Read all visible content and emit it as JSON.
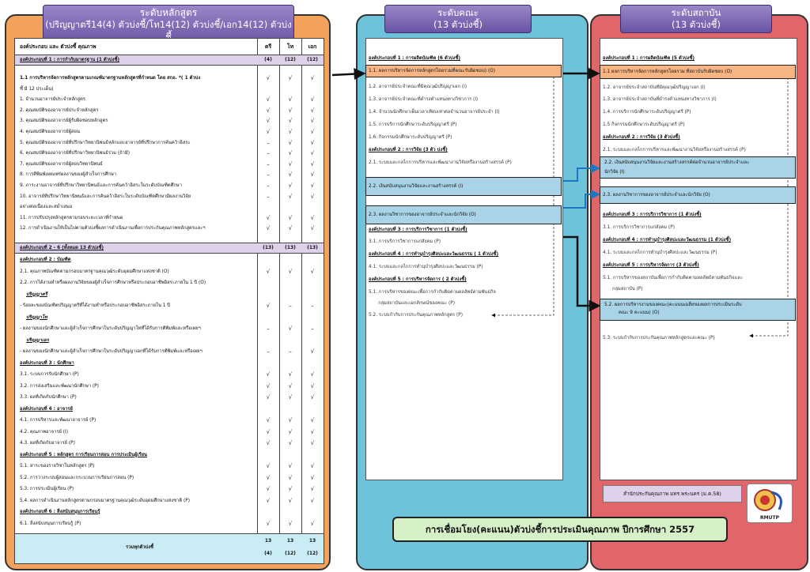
{
  "program": {
    "header_title": "ระดับหลักสูตร",
    "header_sub": "(ปริญญาตรี14(4) ตัวบ่งชี้/โท14(12) ตัวบ่งชี้/เอก14(12) ตัวบ่งชี้",
    "table_head": {
      "c1": "องค์ประกอบ และ ตัวบ่งชี้ คุณภาพ",
      "c2": "ตรี",
      "c3": "โท",
      "c4": "เอก"
    },
    "comp1": {
      "label": "องค์ประกอบที่ 1 : การกำกับมาตรฐาน (1 ตัวบ่งชี้)",
      "c2": "(4)",
      "c3": "(12)",
      "c4": "(12)"
    },
    "comp1_items": [
      {
        "text": "1.1 การบริหารจัดการหลักสูตรตามเกณฑ์มาตรฐานหลักสูตรที่กำหนด โดย สกอ. *( 1 ตัวบ่ง",
        "c2": "√",
        "c3": "√",
        "c4": "√"
      },
      {
        "text": "ชี้ มี 12 ประเด็น)",
        "c2": "",
        "c3": "",
        "c4": ""
      },
      {
        "text": "1. จำนวนอาจารย์ประจำหลักสูตร",
        "c2": "√",
        "c3": "√",
        "c4": "√"
      },
      {
        "text": "2. คุณสมบัติของอาจารย์ประจำหลักสูตร",
        "c2": "√",
        "c3": "√",
        "c4": "√"
      },
      {
        "text": "3. คุณสมบัติของอาจารย์ผู้รับผิดชอบหลักสูตร",
        "c2": "√",
        "c3": "√",
        "c4": "√"
      },
      {
        "text": "4. คุณสมบัติของอาจารย์ผู้สอน",
        "c2": "√",
        "c3": "√",
        "c4": "√"
      },
      {
        "text": "5. คุณสมบัติของอาจารย์ที่ปรึกษาวิทยานิพนธ์หลักและอาจารย์ที่ปรึกษาการค้นคว้าอิสระ",
        "c2": "–",
        "c3": "√",
        "c4": "√"
      },
      {
        "text": "6. คุณสมบัติของอาจารย์ที่ปรึกษาวิทยานิพนธ์ร่วม (ถ้ามี)",
        "c2": "–",
        "c3": "√",
        "c4": "√"
      },
      {
        "text": "7. คุณสมบัติของอาจารย์ผู้สอบวิทยานิพนธ์",
        "c2": "–",
        "c3": "√",
        "c4": "√"
      },
      {
        "text": "8. การตีพิมพ์เผยแพร่ผลงานของผู้สำเร็จการศึกษา",
        "c2": "–",
        "c3": "√",
        "c4": "√"
      },
      {
        "text": "9. ภาระงานอาจารย์ที่ปรึกษาวิทยานิพนธ์และการค้นคว้าอิสระในระดับบัณฑิตศึกษา",
        "c2": "–",
        "c3": "√",
        "c4": "√"
      },
      {
        "text": "10. อาจารย์ที่ปรึกษาวิทยานิพนธ์และการค้นคว้าอิสระในระดับบัณฑิตศึกษามีผลงานวิจัย",
        "c2": "–",
        "c3": "√",
        "c4": "√"
      },
      {
        "text": "อย่างต่อเนื่องและสม่ำเสมอ",
        "c2": "",
        "c3": "",
        "c4": ""
      },
      {
        "text": "11. การปรับปรุงหลักสูตรตามรอบระยะเวลาที่กำหนด",
        "c2": "√",
        "c3": "√",
        "c4": "√"
      },
      {
        "text": "12. การดำเนินงานให้เป็นไปตามตัวบ่งชี้ผลการดำเนินงานเพื่อการประกันคุณภาพหลักสูตรและฯ",
        "c2": "√",
        "c3": "√",
        "c4": "√"
      }
    ],
    "comp2_6": {
      "label": "องค์ประกอบที่ 2 - 6 (ทั้งหมด 13 ตัวบ่งชี้)",
      "c2": "(13)",
      "c3": "(13)",
      "c4": "(13)"
    },
    "comp2_6_items": [
      {
        "text": "องค์ประกอบที่ 2 : บัณฑิต",
        "kind": "sec",
        "c2": "",
        "c3": "",
        "c4": ""
      },
      {
        "text": "2.1. คุณภาพบัณฑิตตามกรอบมาตรฐานคุณวุฒิระดับอุดมศึกษาแห่งชาติ (O)",
        "kind": "",
        "c2": "√",
        "c3": "√",
        "c4": "√"
      },
      {
        "text": "2.2. การได้งานทำหรือผลงานวิจัยของผู้สำเร็จการศึกษาหรือประกอบอาชีพอิสระภายใน 1 ปี (O)",
        "kind": "",
        "c2": "",
        "c3": "",
        "c4": ""
      },
      {
        "text": "ปริญญาตรี",
        "kind": "sub",
        "c2": "",
        "c3": "",
        "c4": ""
      },
      {
        "text": "- ร้อยละของบัณฑิตปริญญาตรีที่ได้งานทำหรือประกอบอาชีพอิสระภายใน 1 ปี",
        "kind": "",
        "c2": "√",
        "c3": "–",
        "c4": "–"
      },
      {
        "text": "ปริญญาโท",
        "kind": "sub",
        "c2": "",
        "c3": "",
        "c4": ""
      },
      {
        "text": "- ผลงานของนักศึกษาและผู้สำเร็จการศึกษาในระดับปริญญาโทที่ได้รับการตีพิมพ์และหรือเผยฯ",
        "kind": "",
        "c2": "–",
        "c3": "√",
        "c4": "–"
      },
      {
        "text": "ปริญญาเอก",
        "kind": "sub",
        "c2": "",
        "c3": "",
        "c4": ""
      },
      {
        "text": "- ผลงานของนักศึกษาและผู้สำเร็จการศึกษาในระดับปริญญาเอกที่ได้รับการตีพิมพ์และหรือเผยฯ",
        "kind": "",
        "c2": "–",
        "c3": "–",
        "c4": "√"
      },
      {
        "text": "องค์ประกอบที่ 3 : นักศึกษา",
        "kind": "sec",
        "c2": "",
        "c3": "",
        "c4": ""
      },
      {
        "text": "3.1. ระบบการรับนักศึกษา (P)",
        "kind": "",
        "c2": "√",
        "c3": "√",
        "c4": "√"
      },
      {
        "text": "3.2. การส่งเสริมและพัฒนานักศึกษา (P)",
        "kind": "",
        "c2": "√",
        "c3": "√",
        "c4": "√"
      },
      {
        "text": "3.3. ผลที่เกิดกับนักศึกษา (P)",
        "kind": "",
        "c2": "√",
        "c3": "√",
        "c4": "√"
      },
      {
        "text": "องค์ประกอบที่ 4 : อาจารย์",
        "kind": "sec",
        "c2": "",
        "c3": "",
        "c4": ""
      },
      {
        "text": "4.1. การบริหารและพัฒนาอาจารย์ (P)",
        "kind": "",
        "c2": "√",
        "c3": "√",
        "c4": "√"
      },
      {
        "text": "4.2. คุณภาพอาจารย์ (I)",
        "kind": "",
        "c2": "√",
        "c3": "√",
        "c4": "√"
      },
      {
        "text": "4.3. ผลที่เกิดกับอาจารย์ (P)",
        "kind": "",
        "c2": "√",
        "c3": "√",
        "c4": "√"
      },
      {
        "text": "องค์ประกอบที่ 5 : หลักสูตร การเรียนการสอน การประเมินผู้เรียน",
        "kind": "sec",
        "c2": "",
        "c3": "",
        "c4": ""
      },
      {
        "text": "5.1. สาระของรายวิชาในหลักสูตร (P)",
        "kind": "",
        "c2": "√",
        "c3": "√",
        "c4": "√"
      },
      {
        "text": "5.2. การวางระบบผู้สอนและกระบวนการเรียนการสอน (P)",
        "kind": "",
        "c2": "√",
        "c3": "√",
        "c4": "√"
      },
      {
        "text": "5.3. การประเมินผู้เรียน (P)",
        "kind": "",
        "c2": "√",
        "c3": "√",
        "c4": "√"
      },
      {
        "text": "5.4. ผลการดำเนินงานหลักสูตรตามกรอบมาตรฐานคุณวุฒิระดับอุดมศึกษาแห่งชาติ (P)",
        "kind": "",
        "c2": "√",
        "c3": "√",
        "c4": "√"
      },
      {
        "text": "องค์ประกอบที่ 6 : สิ่งสนับสนุนการเรียนรู้",
        "kind": "sec",
        "c2": "",
        "c3": "",
        "c4": ""
      },
      {
        "text": "6.1. สิ่งสนับสนุนการเรียนรู้ (P)",
        "kind": "",
        "c2": "√",
        "c3": "√",
        "c4": "√"
      }
    ],
    "total": {
      "label": "รวมทุกตัวบ่งชี้",
      "c2a": "13",
      "c2b": "(4)",
      "c3a": "13",
      "c3b": "(12)",
      "c4a": "13",
      "c4b": "(12)"
    }
  },
  "faculty": {
    "header_title": "ระดับคณะ",
    "header_sub": "(13 ตัวบ่งชี้)",
    "lines": [
      {
        "text": "องค์ประกอบที่ 1 : การผลิตบัณฑิต (6 ตัวบ่งชี้)",
        "kind": "sec"
      },
      {
        "text": "1.1. ผลการบริหารจัดการหลักสูตรโดยรวมที่คณะรับผิดชอบ) (O)",
        "kind": "orange"
      },
      {
        "text": "1.2. อาจารย์ประจำคณะที่มีคุณวุฒิปริญญาเอก (I)",
        "kind": ""
      },
      {
        "text": "1.3. อาจารย์ประจำคณะที่ดำรงตำแหน่งทางวิชาการ (I)",
        "kind": ""
      },
      {
        "text": "1.4. จำนวนนักศึกษาเต็มเวลาเทียบเท่าต่อจำนวนอาจารย์ประจำ (I)",
        "kind": ""
      },
      {
        "text": "1.5. การบริการนักศึกษาระดับปริญญาตรี (P)",
        "kind": ""
      },
      {
        "text": "1.6. กิจกรรมนักศึกษาระดับปริญญาตรี (P)",
        "kind": ""
      },
      {
        "text": "องค์ประกอบที่ 2 : การวิจัย (3 ตัว บ่งชี้)",
        "kind": "sec"
      },
      {
        "text": "2.1. ระบบและกลไกการบริหารและพัฒนางานวิจัยหรืองานสร้างสรรค์ (P)",
        "kind": ""
      },
      {
        "text": "2.2. เงินสนับสนุนงานวิจัยและงานสร้างสรรค์ (I)",
        "kind": "blue"
      },
      {
        "text": "2.3. ผลงานวิชาการของอาจารย์ประจำและนักวิจัย (O)",
        "kind": "blue"
      },
      {
        "text": "องค์ประกอบที่ 3 : การบริการวิชาการ (1 ตัวบ่งชี้)",
        "kind": "sec"
      },
      {
        "text": "3.1. การบริการวิชาการแก่สังคม (P)",
        "kind": ""
      },
      {
        "text": "องค์ประกอบที่ 4 : การทำนุบำรุงศิลปะและวัฒนธรรม ( 1 ตัวบ่งชี้)",
        "kind": "sec"
      },
      {
        "text": "4.1. ระบบและกลไกการทำนุบำรุงศิลปะและวัฒนธรรม (P)",
        "kind": ""
      },
      {
        "text": "องค์ประกอบที่ 5 : การบริหารจัดการ ( 2 ตัวบ่งชี้)",
        "kind": "sec"
      },
      {
        "text": "5.1. การบริหารของคณะเพื่อการกำกับติดตามผลลัพธ์ตามพันธกิจ",
        "kind": ""
      },
      {
        "text": "กลุ่มสถาบันและเอกลักษณ์ของคณะ (P)",
        "kind": ""
      },
      {
        "text": "5.2. ระบบกำกับการประกันคุณภาพหลักสูตร (P)",
        "kind": ""
      }
    ]
  },
  "institution": {
    "header_title": "ระดับสถาบัน",
    "header_sub": "(13 ตัวบ่งชี้)",
    "lines": [
      {
        "text": "องค์ประกอบที่ 1 : การผลิตบัณฑิต (5 ตัวบ่งชี้)",
        "kind": "sec"
      },
      {
        "text": "1.1 ผลการบริหารจัดการหลักสูตรโดยรวม ที่สถาบันรับผิดชอบ (O)",
        "kind": "orange"
      },
      {
        "text": "1.2. อาจารย์ประจำสถาบันที่มีคุณวุฒิปริญญาเอก (I)",
        "kind": ""
      },
      {
        "text": "1.3. อาจารย์ประจำสถาบันที่ดำรงตำแหน่งทางวิชาการ (I)",
        "kind": ""
      },
      {
        "text": "1.4. การบริการนักศึกษาระดับปริญญาตรี (P)",
        "kind": ""
      },
      {
        "text": "1.5 กิจกรรมนักศึกษาระดับปริญญาตรี (P)",
        "kind": ""
      },
      {
        "text": "องค์ประกอบที่ 2 : การวิจัย (3 ตัวบ่งชี้)",
        "kind": "sec"
      },
      {
        "text": "2.1. ระบบและกลไกการบริหารและพัฒนางานวิจัยหรืองานสร้างสรรค์ (P)",
        "kind": ""
      },
      {
        "text": "2.2. เงินสนับสนุนงานวิจัยและงานสร้างสรรค์ต่อจำนวนอาจารย์ประจำและ",
        "kind": "blue2a"
      },
      {
        "text": "นักวิจัย (I)",
        "kind": "blue2b"
      },
      {
        "text": "2.3. ผลงานวิชาการของอาจารย์ประจำและนักวิจัย (O)",
        "kind": "blue"
      },
      {
        "text": "องค์ประกอบที่ 3 : การบริการวิชาการ (1 ตัวบ่งชี้)",
        "kind": "sec"
      },
      {
        "text": "3.1. การบริการวิชาการแก่สังคม (P)",
        "kind": ""
      },
      {
        "text": "องค์ประกอบที่ 4 : การทำนุบำรุงศิลปะและวัฒนธรรม (1 ตัวบ่งชี้)",
        "kind": "sec"
      },
      {
        "text": "4.1. ระบบและกลไกการทำนุบำรุงศิลปะและวัฒนธรรม (P)",
        "kind": ""
      },
      {
        "text": "องค์ประกอบที่ 5 : การบริหารจัดการ (3 ตัวบ่งชี้)",
        "kind": "sec"
      },
      {
        "text": "5.1. การบริหารของสถาบันเพื่อการกำกับติดตามผลลัพธ์ตามพันธกิจและ",
        "kind": ""
      },
      {
        "text": "กลุ่มสถาบัน (P)",
        "kind": ""
      },
      {
        "text": "5.2. ผลการบริหารงานของคณะ(คะแนนเฉลี่ยของผลการประเมินระดับ",
        "kind": "blue3a"
      },
      {
        "text": "คณะ 9 คะแนน) (O)",
        "kind": "blue3b"
      },
      {
        "text": "5.3. ระบบกำกับการประกันคุณภาพหลักสูตรและคณะ (P)",
        "kind": ""
      }
    ],
    "office": "สำนักประกันคุณภาพ มทร.พระนคร (ม.ค.58)",
    "logo_text": "RMUTP"
  },
  "banner": "การเชื่อมโยง(คะแนน)ตัวบ่งชี้การประเมินคุณภาพ ปีการศึกษา 2557"
}
